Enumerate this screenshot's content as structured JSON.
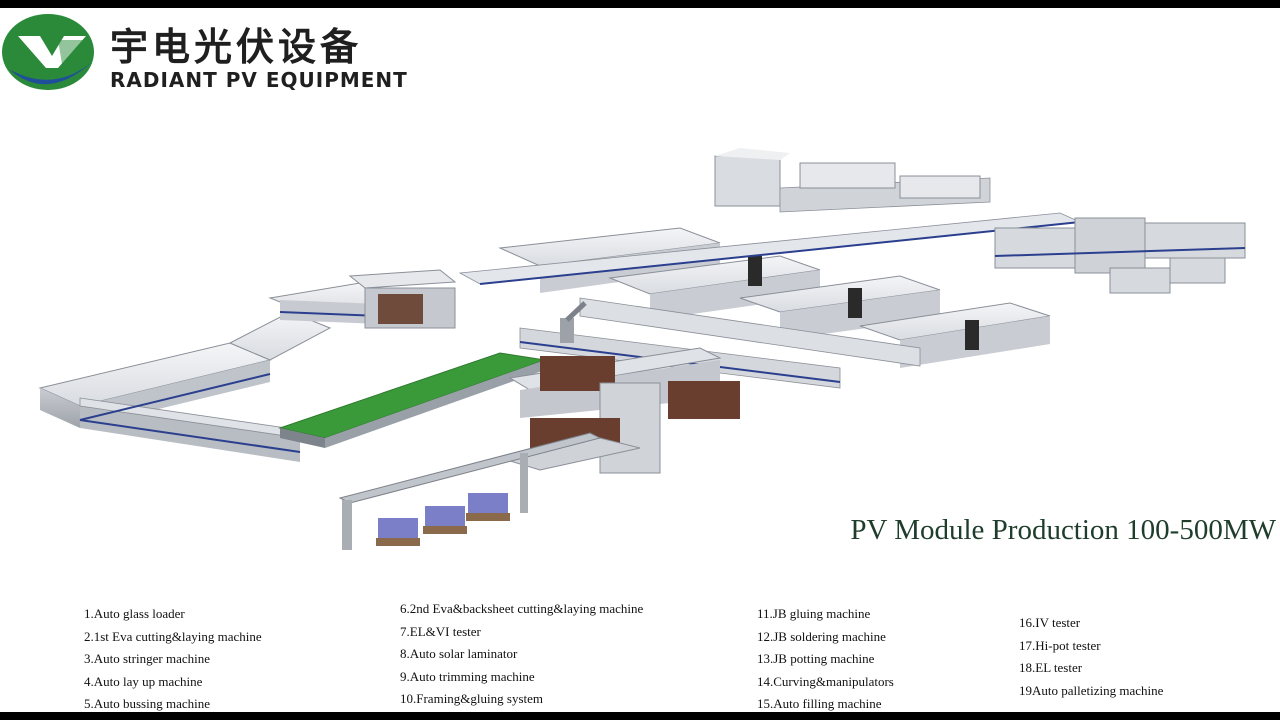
{
  "brand": {
    "name_cn": "宇电光伏设备",
    "name_en": "RADIANT PV EQUIPMENT",
    "colors": {
      "green": "#2a8a3a",
      "blue": "#1f4f9a",
      "text": "#1f1f1f"
    },
    "icon": "yd-logo-icon"
  },
  "headline": "PV Module Production 100-500MW",
  "legend": {
    "col1": [
      {
        "label": "1.Auto glass loader"
      },
      {
        "label": "2.1st Eva cutting&laying machine"
      },
      {
        "label": "3.Auto stringer machine"
      },
      {
        "label": "4.Auto lay up machine"
      },
      {
        "label": "5.Auto bussing machine"
      }
    ],
    "col2": [
      {
        "label": "6.2nd Eva&backsheet cutting&laying machine"
      },
      {
        "label": "7.EL&VI tester"
      },
      {
        "label": "8.Auto solar laminator"
      },
      {
        "label": "9.Auto trimming machine"
      },
      {
        "label": "10.Framing&gluing system"
      }
    ],
    "col3": [
      {
        "label": "11.JB gluing machine"
      },
      {
        "label": "12.JB soldering machine"
      },
      {
        "label": "13.JB potting machine"
      },
      {
        "label": "14.Curving&manipulators"
      },
      {
        "label": "15.Auto filling machine"
      }
    ],
    "col4": [
      {
        "label": "16.IV tester"
      },
      {
        "label": "17.Hi-pot tester"
      },
      {
        "label": "18.EL tester"
      },
      {
        "label": "19Auto palletizing machine"
      }
    ]
  }
}
